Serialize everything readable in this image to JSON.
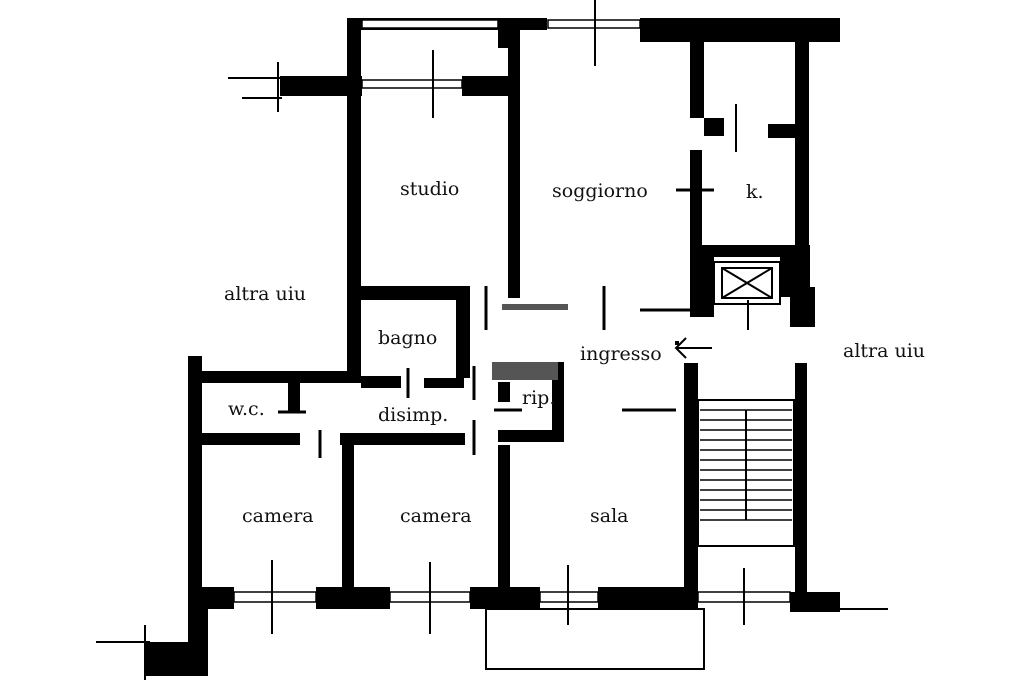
{
  "rooms": {
    "studio": "studio",
    "soggiorno": "soggiorno",
    "kitchen": "k.",
    "bagno": "bagno",
    "ingresso": "ingresso",
    "wc": "w.c.",
    "disimpegno": "disimp.",
    "ripostiglio": "rip.",
    "camera_left": "camera",
    "camera_center": "camera",
    "sala": "sala"
  },
  "neighbors": {
    "left": "altra uiu",
    "right": "altra uiu"
  },
  "colors": {
    "wall": "#000000",
    "background": "#ffffff",
    "accent_grey": "#555555"
  }
}
